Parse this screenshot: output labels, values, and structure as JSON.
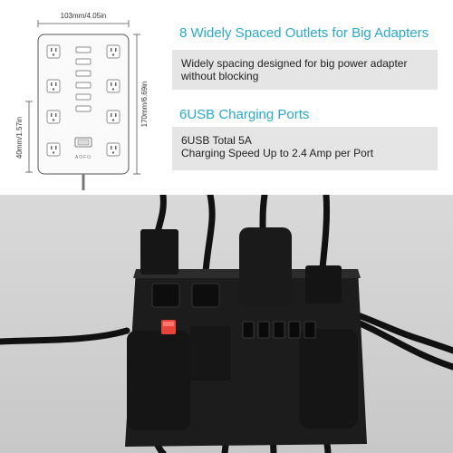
{
  "diagram": {
    "width_label": "103mm/4.05in",
    "height_label": "170mm/6.69in",
    "side_label": "40mm/1.57in",
    "brand": "AOFO"
  },
  "features": [
    {
      "title": "8 Widely Spaced Outlets for Big Adapters",
      "lines": [
        "Widely spacing designed for big power adapter",
        "without blocking"
      ]
    },
    {
      "title": "6USB Charging Ports",
      "lines": [
        "6USB Total 5A",
        "Charging Speed Up to 2.4 Amp per Port"
      ]
    }
  ],
  "colors": {
    "accent": "#2aa9c9",
    "box_bg": "#e5e5e5",
    "switch_red": "#e8443a"
  }
}
